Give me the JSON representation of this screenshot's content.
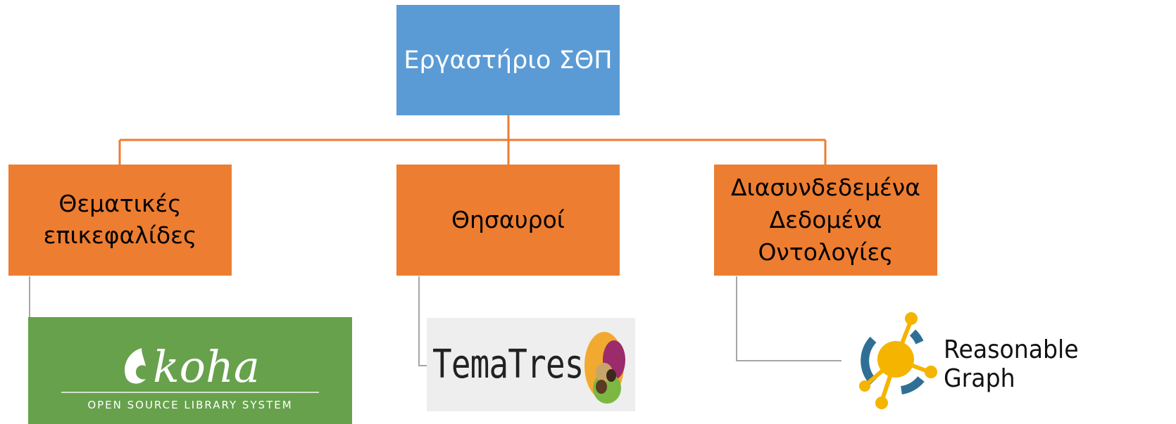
{
  "root": {
    "label": "Εργαστήριο ΣΘΠ"
  },
  "children": [
    {
      "lines": [
        "Θεματικές",
        "επικεφαλίδες"
      ]
    },
    {
      "lines": [
        "Θησαυροί"
      ]
    },
    {
      "lines": [
        "Διασυνδεδεμένα",
        "Δεδομένα",
        "Οντολογίες"
      ]
    }
  ],
  "logos": {
    "koha": {
      "brand": "koha",
      "tagline": "OPEN SOURCE LIBRARY SYSTEM"
    },
    "tematres": {
      "brand": "TemaTres"
    },
    "reasonable_graph": {
      "brand": "Reasonable Graph"
    }
  },
  "colors": {
    "root": "#5b9bd5",
    "child": "#ed7d31",
    "connector": "#ed7d31",
    "logo_link": "#a6a6a6",
    "koha_green": "#67a14c"
  }
}
